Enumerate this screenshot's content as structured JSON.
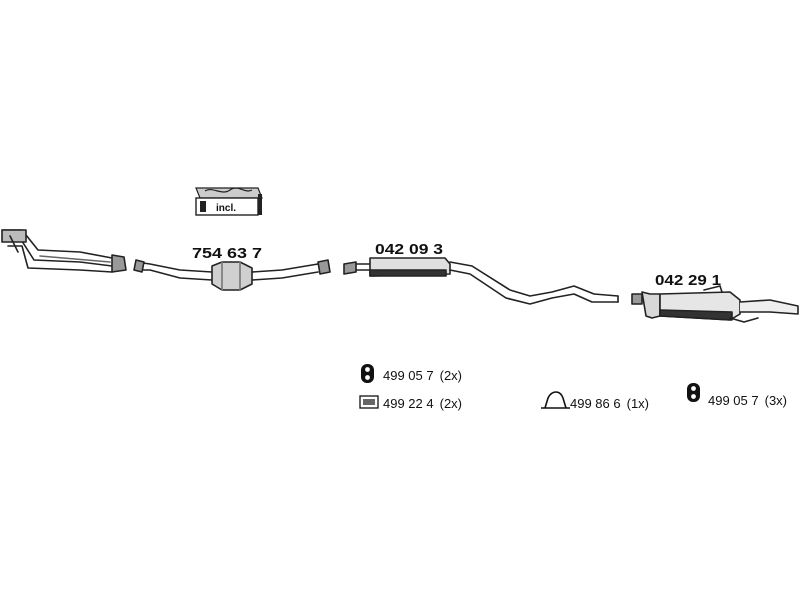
{
  "parts": {
    "manifold_incl_label": "incl.",
    "catalytic_converter": "754 63 7",
    "middle_silencer": "042 09 3",
    "rear_silencer": "042 29 1"
  },
  "accessories": [
    {
      "code": "499 05 7",
      "qty": "(2x)",
      "icon": "rubber-hanger-icon"
    },
    {
      "code": "499 22 4",
      "qty": "(2x)",
      "icon": "mounting-kit-icon"
    },
    {
      "code": "499 86 6",
      "qty": "(1x)",
      "icon": "clamp-ring-icon"
    },
    {
      "code": "499 05 7",
      "qty": "(3x)",
      "icon": "rubber-hanger-icon"
    }
  ]
}
